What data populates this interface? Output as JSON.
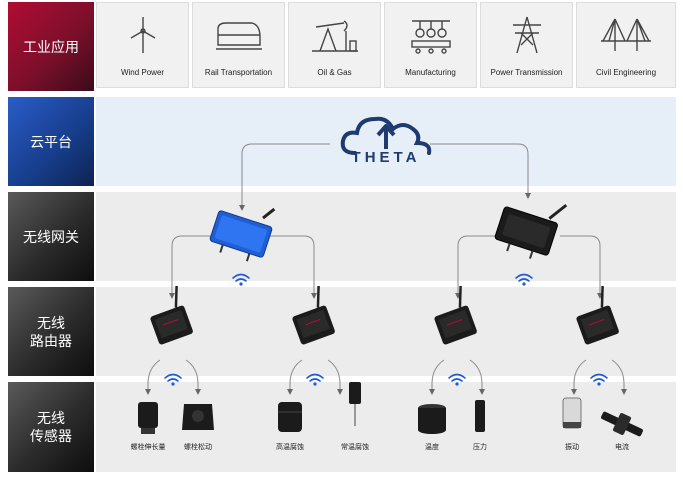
{
  "sidebar": [
    {
      "label": "工业应用",
      "style": "red"
    },
    {
      "label": "云平台",
      "style": "blue"
    },
    {
      "label": "无线网关",
      "style": "dark"
    },
    {
      "label": "无线\n路由器",
      "style": "dark"
    },
    {
      "label": "无线\n传感器",
      "style": "dark"
    }
  ],
  "industries": [
    {
      "label": "Wind Power",
      "icon": "wind-turbine-icon"
    },
    {
      "label": "Rail Transportation",
      "icon": "train-icon"
    },
    {
      "label": "Oil & Gas",
      "icon": "oil-pump-icon"
    },
    {
      "label": "Manufacturing",
      "icon": "factory-robot-icon"
    },
    {
      "label": "Power Transmission",
      "icon": "power-tower-icon"
    },
    {
      "label": "Civil Engineering",
      "icon": "bridge-icon"
    }
  ],
  "cloud": {
    "brand": "THETA",
    "icon": "cloud-upload-icon"
  },
  "sensors": [
    {
      "label": "螺栓伸长量"
    },
    {
      "label": "螺栓松动"
    },
    {
      "label": "高温腐蚀"
    },
    {
      "label": "常温腐蚀"
    },
    {
      "label": "温度"
    },
    {
      "label": "压力"
    },
    {
      "label": "振动"
    },
    {
      "label": "电流"
    }
  ],
  "colors": {
    "accent_red": "#b10c34",
    "accent_blue": "#1e4fa8",
    "cloud_blue": "#1e3a6e",
    "gateway_blue": "#1f5fd6"
  }
}
